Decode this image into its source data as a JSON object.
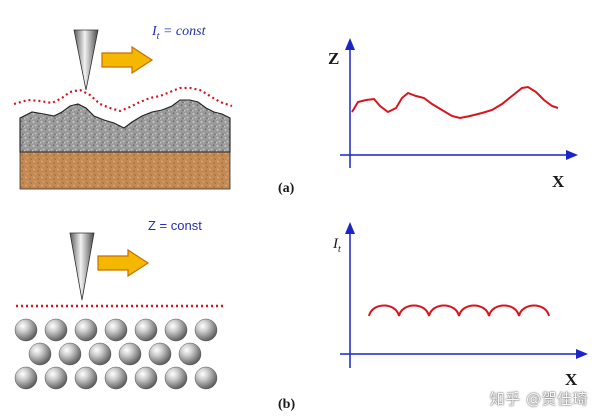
{
  "panel_a": {
    "condition": "const",
    "condition_symbol": "I",
    "condition_subscript": "t",
    "condition_eq": " = ",
    "y_axis_label": "Z",
    "x_axis_label": "X",
    "caption": "(a)"
  },
  "panel_b": {
    "condition": "Z = const",
    "y_axis_symbol": "I",
    "y_axis_subscript": "t",
    "x_axis_label": "X",
    "caption": "(b)"
  },
  "watermark": "知乎 @贺佳琦",
  "colors": {
    "axis": "#1a26c8",
    "trace": "#d8141e",
    "arrow_fill": "#f4b800",
    "arrow_stroke": "#c96f00",
    "label_blue": "#2230b8",
    "rock": "#8f8f8f",
    "soil": "#c48a55"
  },
  "icons": {
    "tip": "stm-tip-cone",
    "scan_arrow": "right-arrow-icon",
    "atoms": "sphere-lattice"
  }
}
